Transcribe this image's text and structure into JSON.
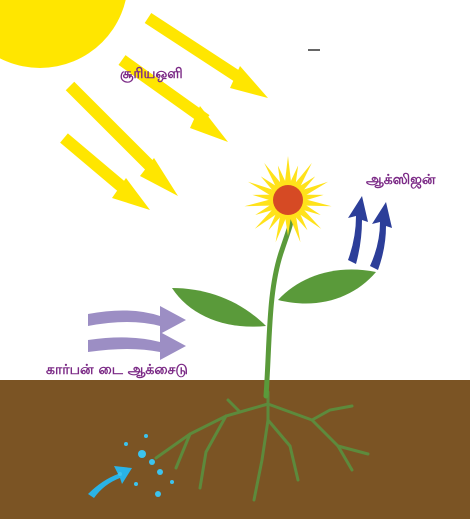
{
  "labels": {
    "sunlight": "சூரியஒளி",
    "oxygen": "ஆக்ஸிஜன்",
    "carbon_dioxide": "கார்பன் டை ஆக்சைடு"
  },
  "colors": {
    "label_text": "#7b2a86",
    "sun": "#ffe600",
    "sun_rays": "#ffe600",
    "oxygen_arrows": "#2c3e99",
    "co2_arrows": "#9c8ec4",
    "water_arrow": "#2ab3e6",
    "soil": "#7b5424",
    "stem_leaves": "#5a9a3a",
    "roots": "#5d8a3c",
    "flower_petals": "#ffe21a",
    "flower_center": "#d64a24"
  },
  "icons": {
    "sun": "sun-icon",
    "flower": "flower-icon"
  }
}
